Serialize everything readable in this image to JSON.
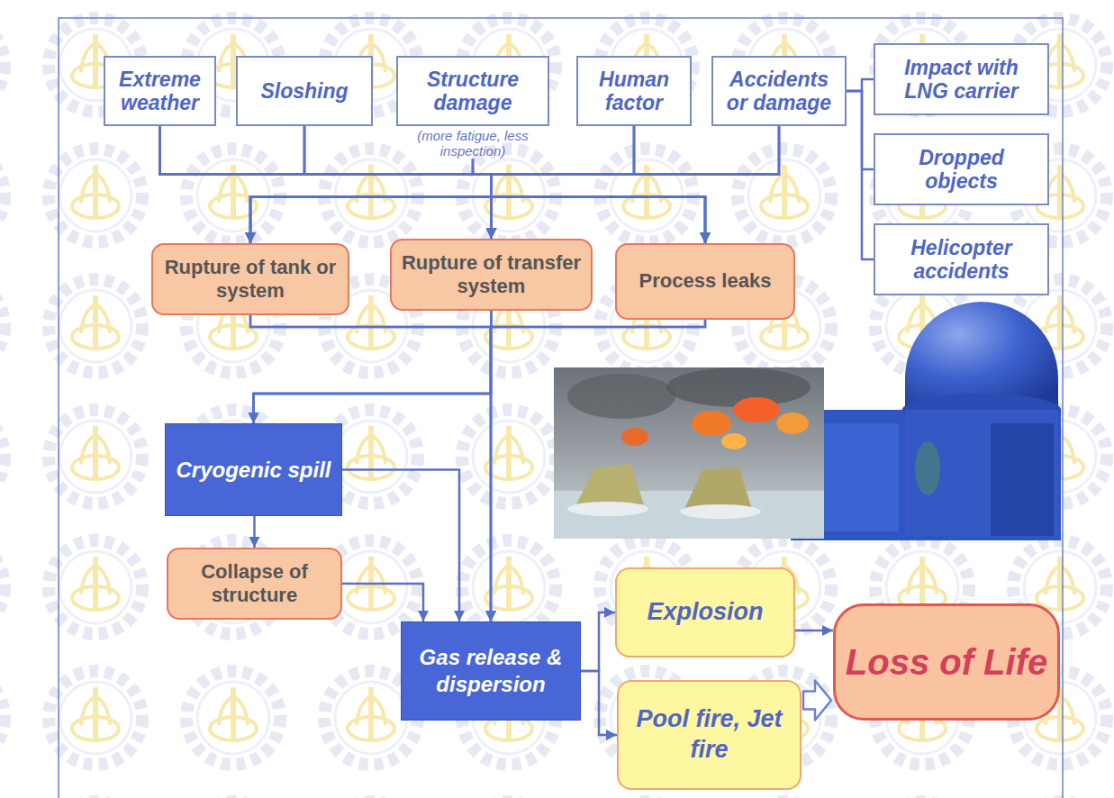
{
  "diagram": {
    "nodes": [
      {
        "text": [
          "Extreme weather"
        ]
      },
      {
        "text": [
          "Sloshing"
        ]
      },
      {
        "text": [
          "Structure damage",
          "(more fatigue, less inspection)"
        ]
      },
      {
        "text": [
          "Human factor"
        ]
      },
      {
        "text": [
          "Accidents or damage"
        ]
      },
      {
        "text": [
          "Impact with LNG carrier"
        ]
      },
      {
        "text": [
          "Dropped objects"
        ]
      },
      {
        "text": [
          "Helicopter accidents"
        ]
      },
      {
        "text": [
          "Rupture of tank or system"
        ]
      },
      {
        "text": [
          "Rupture of transfer system"
        ]
      },
      {
        "text": [
          "Process leaks"
        ]
      },
      {
        "text": [
          "Cryogenic spill"
        ]
      },
      {
        "text": [
          "Collapse of structure"
        ]
      },
      {
        "text": [
          "Gas release & dispersion"
        ]
      },
      {
        "text": [
          "Explosion"
        ]
      },
      {
        "text": [
          "Pool fire, Jet fire"
        ]
      },
      {
        "text": [
          "Loss of Life"
        ]
      }
    ],
    "edges": [
      {
        "from": 0,
        "to": 8,
        "arrow": "to"
      },
      {
        "from": 0,
        "to": 9,
        "arrow": "to"
      },
      {
        "from": 0,
        "to": 10,
        "arrow": "to"
      },
      {
        "from": 1,
        "to": 8,
        "arrow": "to"
      },
      {
        "from": 1,
        "to": 9,
        "arrow": "to"
      },
      {
        "from": 1,
        "to": 10,
        "arrow": "to"
      },
      {
        "from": 2,
        "to": 8,
        "arrow": "to"
      },
      {
        "from": 2,
        "to": 9,
        "arrow": "to"
      },
      {
        "from": 2,
        "to": 10,
        "arrow": "to"
      },
      {
        "from": 3,
        "to": 8,
        "arrow": "to"
      },
      {
        "from": 3,
        "to": 9,
        "arrow": "to"
      },
      {
        "from": 3,
        "to": 10,
        "arrow": "to"
      },
      {
        "from": 4,
        "to": 8,
        "arrow": "to"
      },
      {
        "from": 4,
        "to": 9,
        "arrow": "to"
      },
      {
        "from": 4,
        "to": 10,
        "arrow": "to"
      },
      {
        "from": 4,
        "to": 5,
        "arrow": "none"
      },
      {
        "from": 4,
        "to": 6,
        "arrow": "none"
      },
      {
        "from": 4,
        "to": 7,
        "arrow": "none"
      },
      {
        "from": 8,
        "to": 11,
        "arrow": "to"
      },
      {
        "from": 9,
        "to": 11,
        "arrow": "to"
      },
      {
        "from": 10,
        "to": 11,
        "arrow": "to"
      },
      {
        "from": 8,
        "to": 13,
        "arrow": "to"
      },
      {
        "from": 9,
        "to": 13,
        "arrow": "to"
      },
      {
        "from": 10,
        "to": 13,
        "arrow": "to"
      },
      {
        "from": 11,
        "to": 12,
        "arrow": "to"
      },
      {
        "from": 11,
        "to": 13,
        "arrow": "to"
      },
      {
        "from": 12,
        "to": 13,
        "arrow": "to"
      },
      {
        "from": 13,
        "to": 14,
        "arrow": "to"
      },
      {
        "from": 13,
        "to": 15,
        "arrow": "to"
      },
      {
        "from": 14,
        "to": 16,
        "arrow": "to"
      },
      {
        "from": 15,
        "to": 16,
        "arrow": "to"
      }
    ]
  }
}
